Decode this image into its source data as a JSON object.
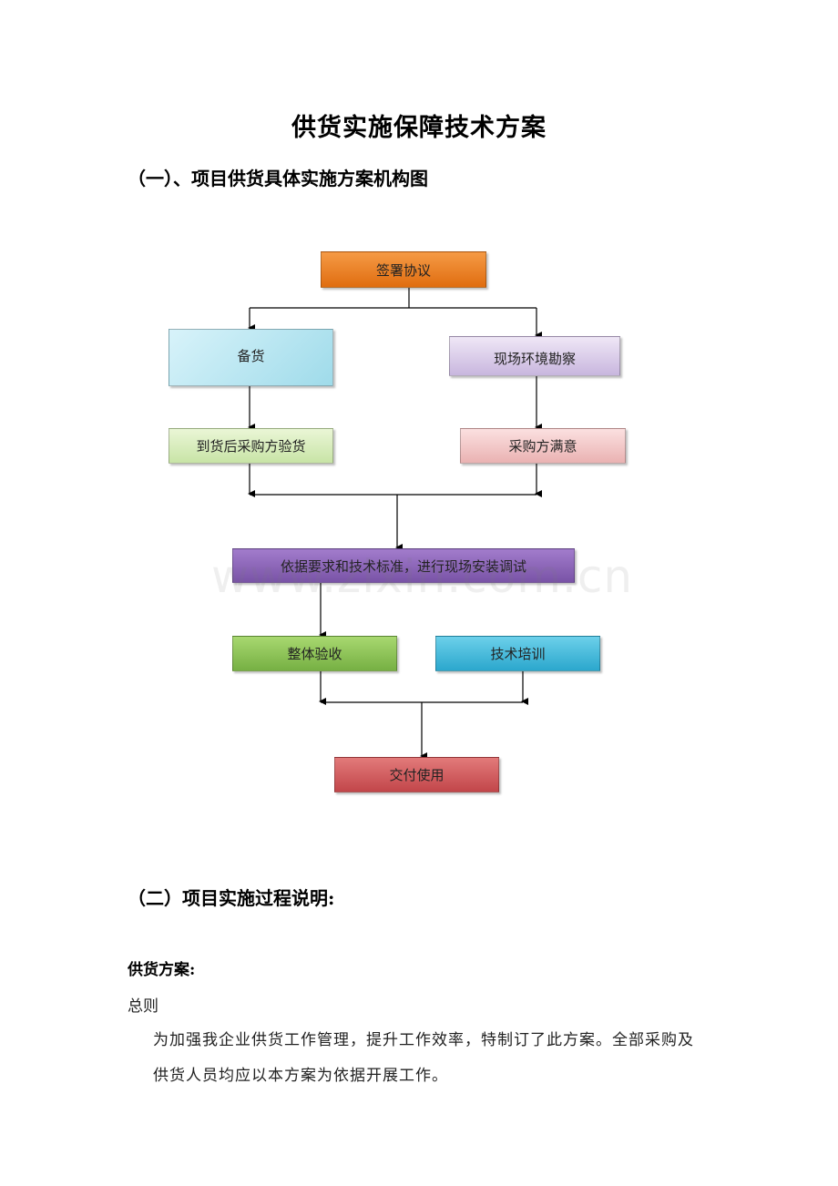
{
  "title": "供货实施保障技术方案",
  "section1": "（一）、项目供货具体实施方案机构图",
  "flowchart": {
    "sign": "签署协议",
    "stock": "备货",
    "survey": "现场环境勘察",
    "inspect": "到货后采购方验货",
    "satisfy": "采购方满意",
    "install": "依据要求和技术标准，进行现场安装调试",
    "accept": "整体验收",
    "train": "技术培训",
    "deliver": "交付使用"
  },
  "watermark": "www.zixin.com.cn",
  "section2": "（二）项目实施过程说明:",
  "supply_heading": "供货方案:",
  "general_label": "总则",
  "paragraph_line1": "为加强我企业供货工作管理，提升工作效率，特制订了此方案。全部采购及",
  "paragraph_line2": "供货人员均应以本方案为依据开展工作。"
}
